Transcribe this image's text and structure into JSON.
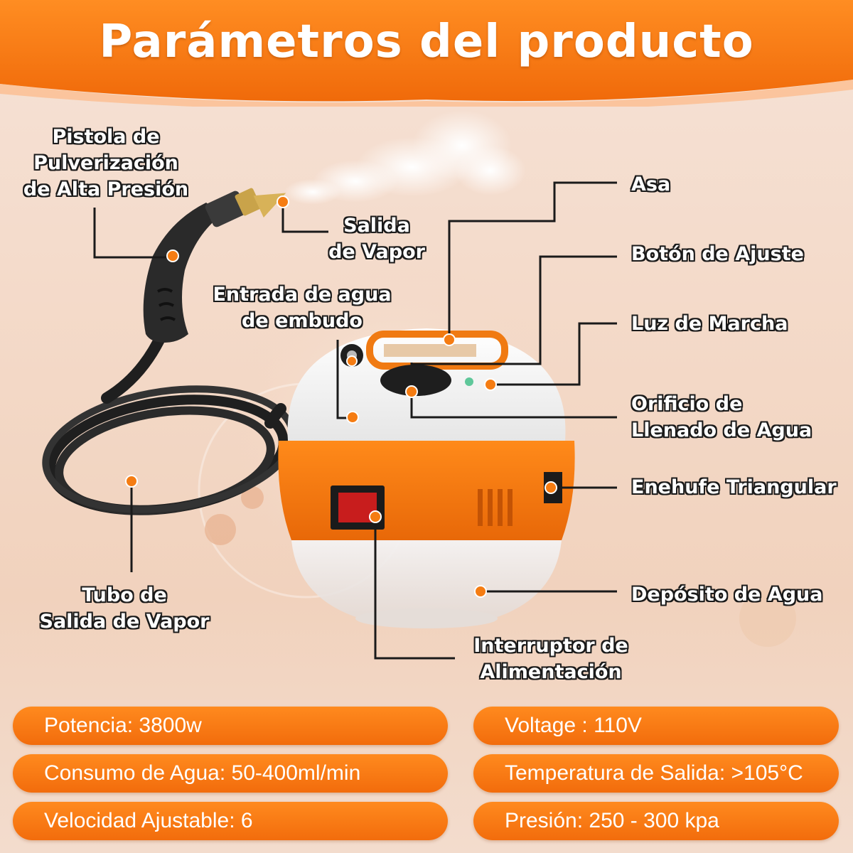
{
  "title": "Parámetros del producto",
  "colors": {
    "accent": "#f37a12",
    "background": "#f4dccd",
    "label_outline": "#1a1a1a"
  },
  "labels": {
    "spray_gun": [
      "Pistola de",
      "Pulverización",
      "de Alta Presión"
    ],
    "steam_outlet": [
      "Salida",
      "de Vapor"
    ],
    "funnel_inlet": [
      "Entrada de agua",
      "de embudo"
    ],
    "steam_hose": [
      "Tubo de",
      "Salida de Vapor"
    ],
    "handle": [
      "Asa"
    ],
    "adjust_button": [
      "Botón de Ajuste"
    ],
    "run_light": [
      "Luz de Marcha"
    ],
    "fill_hole": [
      "Orificio de",
      "Llenado de Agua"
    ],
    "triangular_plug": [
      "Enehufe Triangular"
    ],
    "water_tank": [
      "Depósito de Agua"
    ],
    "power_switch": [
      "Interruptor de",
      "Alimentación"
    ]
  },
  "specs": {
    "left": [
      "Potencia: 3800w",
      "Consumo de Agua: 50-400ml/min",
      "Velocidad Ajustable: 6"
    ],
    "right": [
      "Voltage : 110V",
      "Temperatura de Salida: >105°C",
      "Presión: 250 - 300 kpa"
    ]
  }
}
